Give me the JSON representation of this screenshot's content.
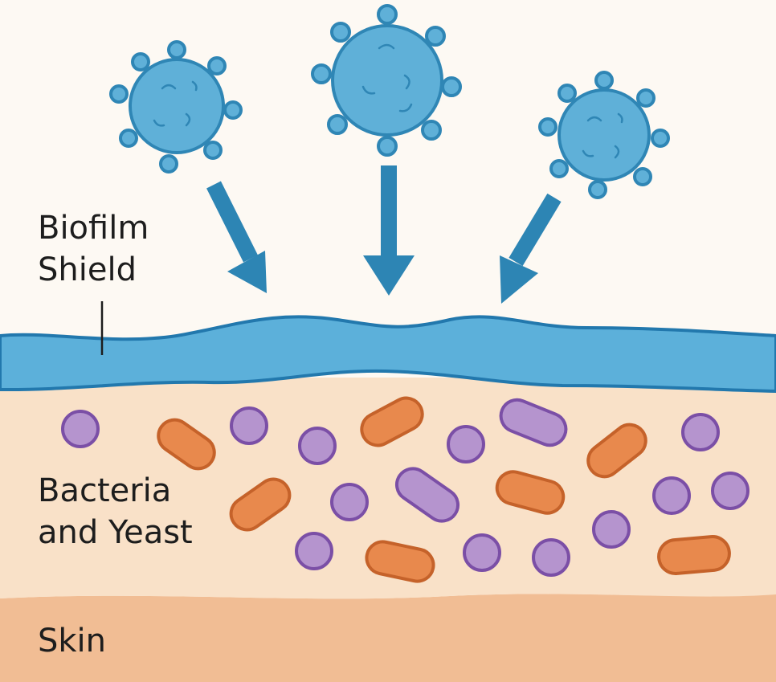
{
  "labels": {
    "biofilm_line1": "Biofilm",
    "biofilm_line2": "Shield",
    "bacteria_line1": "Bacteria",
    "bacteria_line2": "and Yeast",
    "skin": "Skin"
  },
  "colors": {
    "background": "#fdf9f3",
    "virus_fill": "#5fb0d8",
    "virus_outline": "#2f86b5",
    "arrow": "#2d85b4",
    "biofilm_fill": "#5cb0da",
    "biofilm_outline": "#2278ad",
    "bacteria_layer": "#f9e1c8",
    "skin_layer": "#f1bd94",
    "rod_fill": "#e8894d",
    "rod_outline": "#c5622a",
    "cocci_fill": "#b594ce",
    "cocci_outline": "#7b4fa6"
  },
  "icons": {
    "virus": "virus-particle-icon",
    "arrow": "down-arrow-icon",
    "bacterium_rod": "rod-bacterium-icon",
    "yeast_cell": "round-yeast-icon"
  }
}
